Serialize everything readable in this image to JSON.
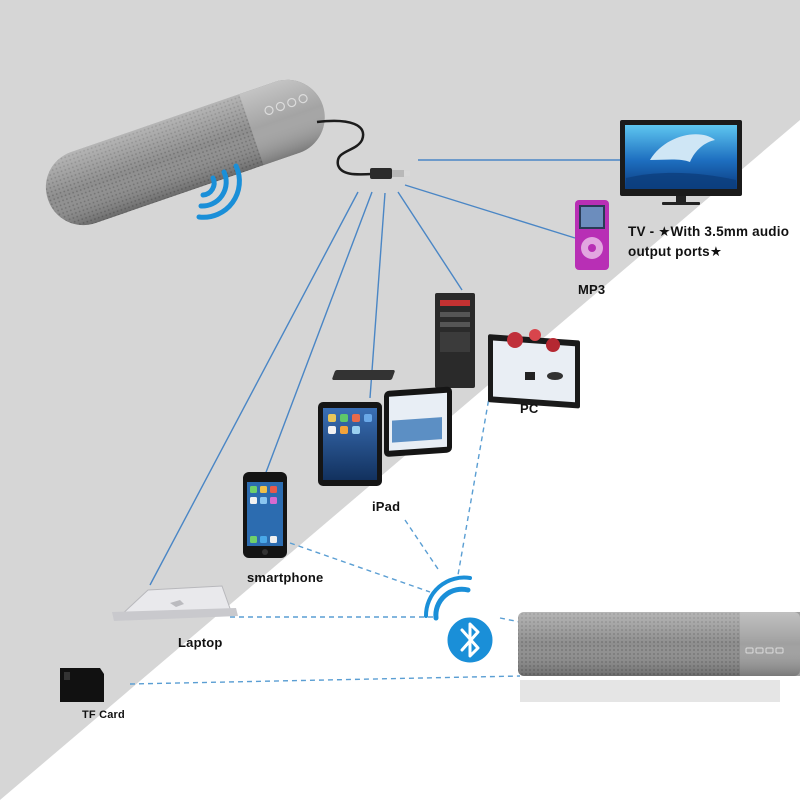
{
  "labels": {
    "tv_line1": "TV - ★With 3.5mm audio",
    "tv_line2": "output ports★",
    "mp3": "MP3",
    "pc": "PC",
    "ipad": "iPad",
    "smartphone": "smartphone",
    "laptop": "Laptop",
    "tf_card": "TF Card"
  },
  "colors": {
    "background_gray": "#d6d6d6",
    "wired_line": "#4a86c5",
    "wireless_line": "#5a9ed3",
    "bluetooth_blue": "#1a8fd8",
    "speaker_gray": "#9a9a9a",
    "mp3_magenta": "#b82fb5"
  },
  "icons": {
    "bluetooth": "bluetooth-icon",
    "wifi_waves": "wireless-waves-icon"
  }
}
